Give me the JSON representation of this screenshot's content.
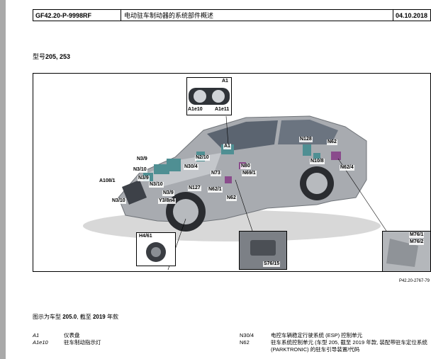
{
  "header": {
    "doc_id": "GF42.20-P-9998RF",
    "doc_title": "电动驻车制动器的系统部件概述",
    "date": "04.10.2018"
  },
  "model": {
    "label": "型号",
    "value": "205, 253"
  },
  "figure": {
    "ref": "P42.20-2767-79",
    "labels": {
      "A1": "A1",
      "A1e10": "A1e10",
      "A1e11": "A1e11",
      "N3_9a": "N3/9",
      "N3_10a": "N3/10",
      "N3_9b": "N3/9",
      "N3_10b": "N3/10",
      "N3_9c": "N3/9",
      "N3_10c": "N3/10",
      "A108_1": "A108/1",
      "Y3_8n4": "Y3/8n4",
      "N127": "N127",
      "N62_1": "N62/1",
      "N62a": "N62",
      "N30_4": "N30/4",
      "N2_10": "N2/10",
      "A1car": "A1",
      "N73": "N73",
      "N80": "N80",
      "N69_1": "N69/1",
      "N128": "N128",
      "N10_8": "N10/8",
      "N62b": "N62",
      "N62_4": "N62/4",
      "H4_61": "H4/61",
      "S76_15": "S76/15",
      "M76_1": "M76/1",
      "M76_2": "M76/2"
    }
  },
  "caption": {
    "prefix": "图示为车型 ",
    "model": "205.0",
    "mid": ", 截至 ",
    "year": "2019",
    "suffix": " 年款"
  },
  "legend": [
    {
      "code": "A1",
      "text": "仪表盘"
    },
    {
      "code": "A1e10",
      "text": "驻车制动指示灯"
    },
    {
      "code": "N30/4",
      "text": "电控车辆稳定行驶系统 (ESP) 控制单元"
    },
    {
      "code": "N62",
      "text": "驻车系统控制单元 (车型 205, 截至 2019 年款, 装配带驻车定位系统 (PARKTRONIC) 的驻车引导装置/代码"
    }
  ],
  "colors": {
    "car_body": "#a8abb0",
    "module_teal": "#4f8f93",
    "module_purple": "#8a4c8c",
    "left_bar": "#a9a9a9"
  }
}
